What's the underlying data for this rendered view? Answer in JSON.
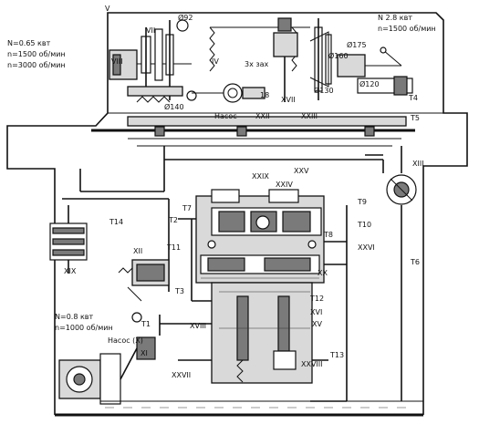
{
  "drive_left": {
    "power": "N=0.65 квт",
    "speed1": "n=1500 об/мин",
    "speed2": "n=3000 об/мин"
  },
  "drive_right": {
    "power": "N 2.8 квт",
    "speed": "n=1500 об/мин"
  },
  "drive_pump": {
    "power": "N=0.8 квт",
    "speed": "n=1000 об/мин",
    "pump": "Насос (X)"
  },
  "top_labels": {
    "v": "V",
    "vii": "VII",
    "viii": "VIII",
    "d92": "Ø92",
    "iv": "IV",
    "three_pass": "3х зах",
    "n18": "18",
    "xvii_top": "XVII",
    "d175": "Ø175",
    "d160": "Ø160",
    "d120": "Ø120",
    "d130": "Ø130",
    "d140": "Ø140",
    "pump": "Насос",
    "xxii": "XXII",
    "xxiii": "XXIII",
    "t4": "T4",
    "t5": "T5"
  },
  "hydraulic_labels": {
    "xiii": "XIII",
    "xxix": "XXIX",
    "xxv": "XXV",
    "xxiv": "XXIV",
    "t9": "T9",
    "t14": "T14",
    "t7": "T7",
    "t2": "T2",
    "t10": "T10",
    "t8": "T8",
    "t11": "T11",
    "xxvi": "XXVI",
    "xii": "XII",
    "xx": "XX",
    "t6": "T6",
    "t3": "T3",
    "t12": "T12",
    "t1": "T1",
    "xvi": "XVI",
    "xviii": "XVIII",
    "xv": "XV",
    "xi": "XI",
    "t13": "T13",
    "xxvii": "XXVII",
    "xxviii": "XXVIII",
    "xix": "XIX"
  }
}
